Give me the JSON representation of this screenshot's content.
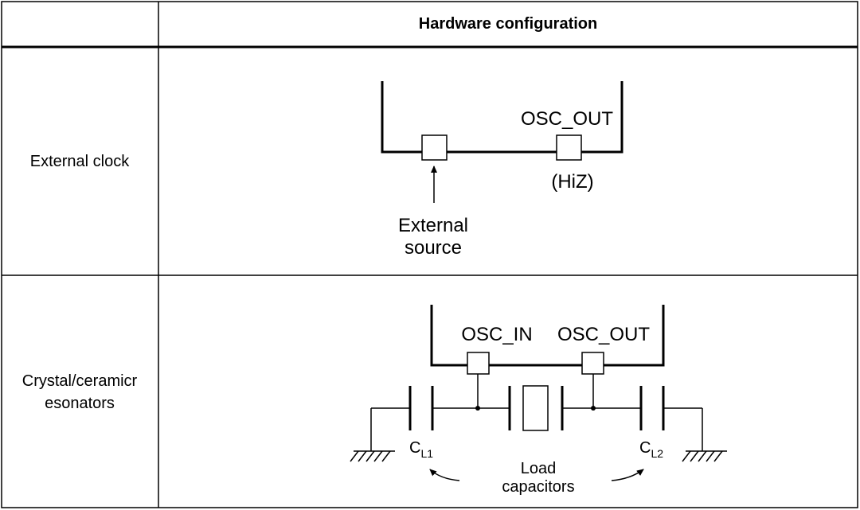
{
  "table": {
    "header": "Hardware configuration",
    "rows": [
      {
        "label_lines": [
          "External clock"
        ]
      },
      {
        "label_lines": [
          "Crystal/ceramicr",
          "esonators"
        ]
      }
    ]
  },
  "external_clock": {
    "osc_out": "OSC_OUT",
    "hiz": "(HiZ)",
    "source_line1": "External",
    "source_line2": "source"
  },
  "crystal": {
    "osc_in": "OSC_IN",
    "osc_out": "OSC_OUT",
    "cl1_main": "C",
    "cl1_sub": "L1",
    "cl2_main": "C",
    "cl2_sub": "L2",
    "load_line1": "Load",
    "load_line2": "capacitors"
  }
}
